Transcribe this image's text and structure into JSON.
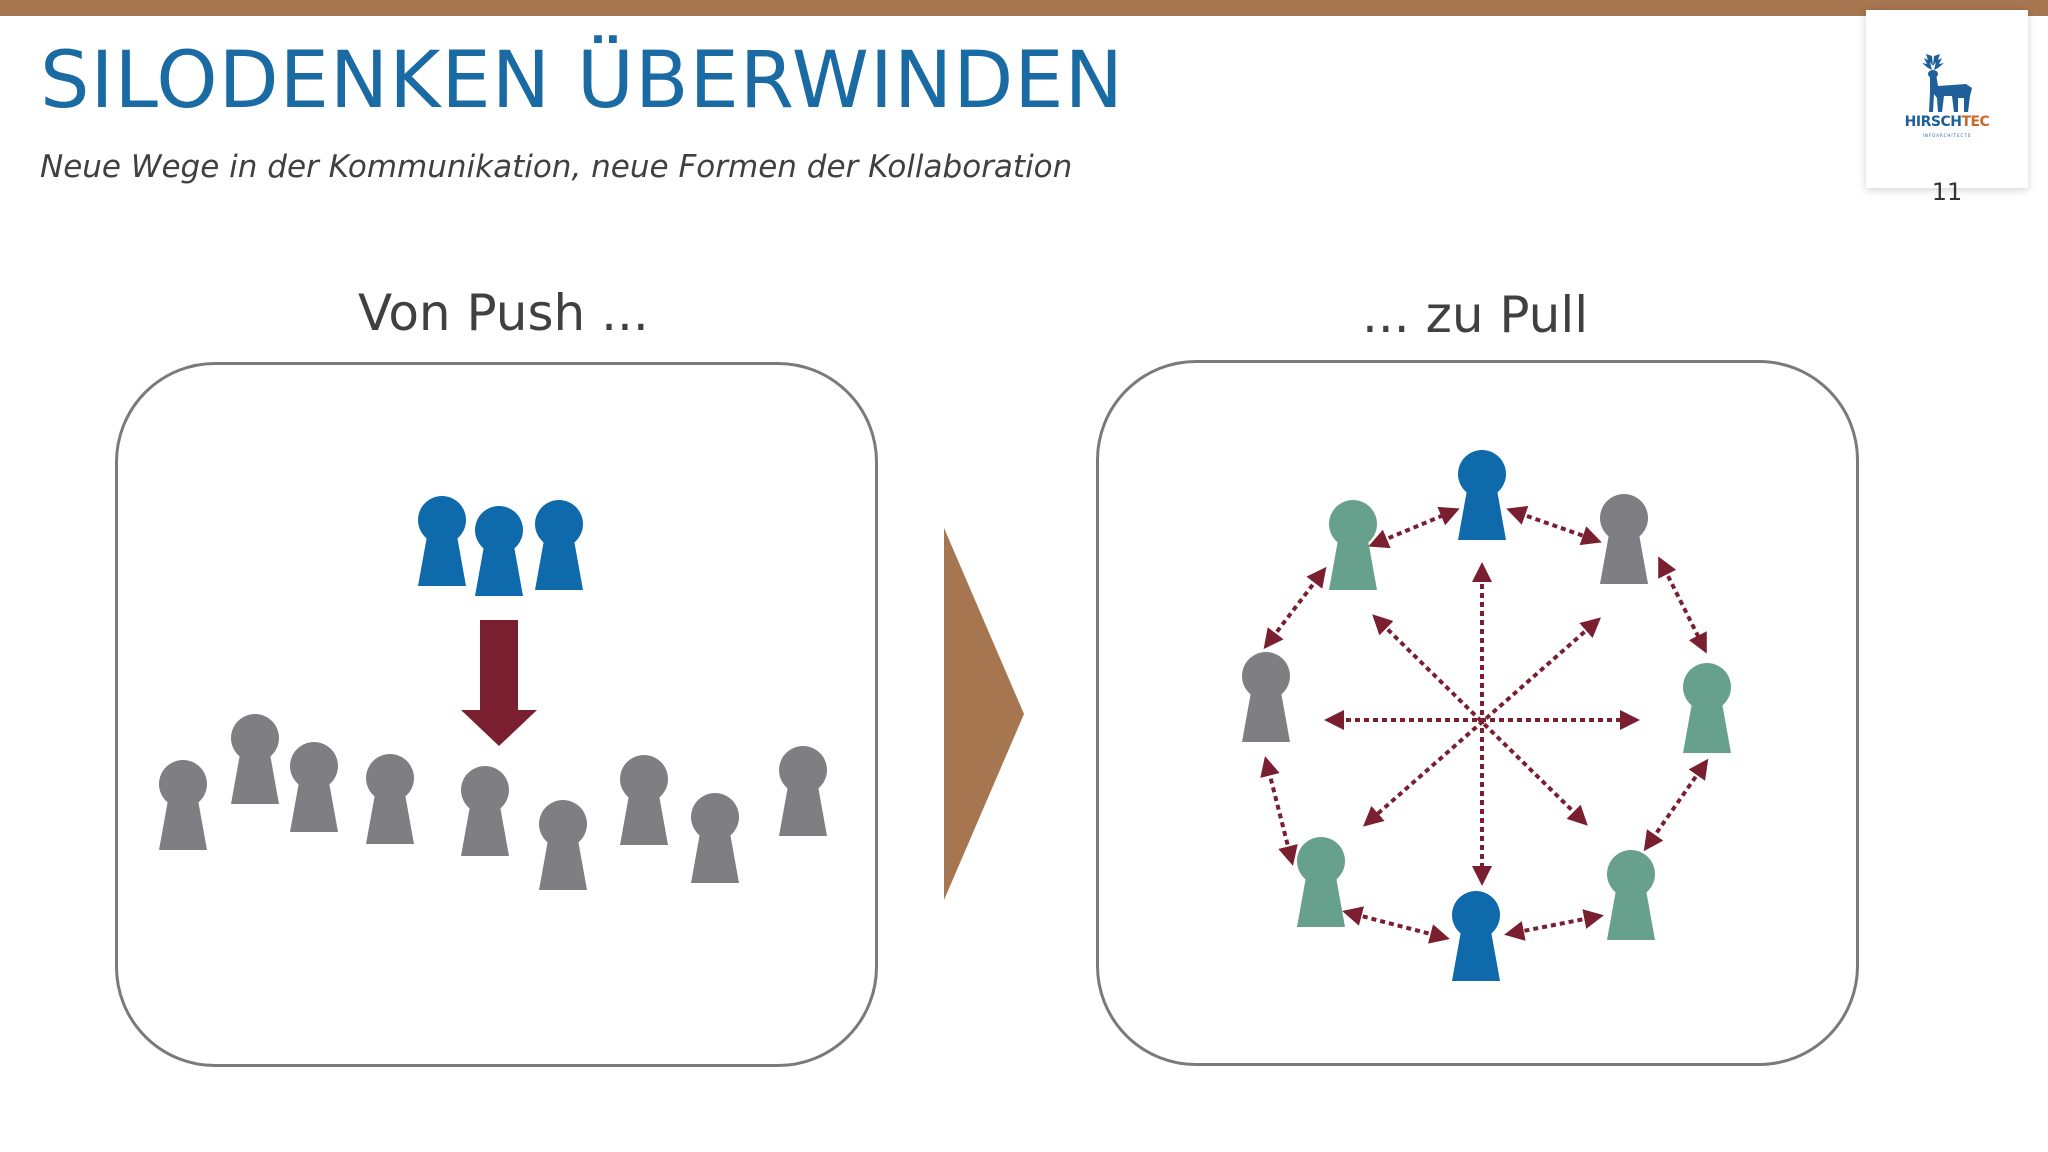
{
  "slide": {
    "title": "SILODENKEN ÜBERWINDEN",
    "subtitle": "Neue Wege in der Kommunikation, neue Formen der Kollaboration",
    "page_number": "11"
  },
  "logo": {
    "brand_prefix": "HIRSCH",
    "brand_suffix": "TEC",
    "tagline": "INFOARCHITECTS"
  },
  "left_panel": {
    "label": "Von Push ..."
  },
  "right_panel": {
    "label": "... zu Pull"
  },
  "colors": {
    "title_blue": "#1a6aa3",
    "accent_brown": "#a67650",
    "person_blue": "#0e6aaa",
    "person_gray": "#7f7e82",
    "person_green": "#68a08e",
    "arrow_maroon": "#7a1f2f"
  }
}
